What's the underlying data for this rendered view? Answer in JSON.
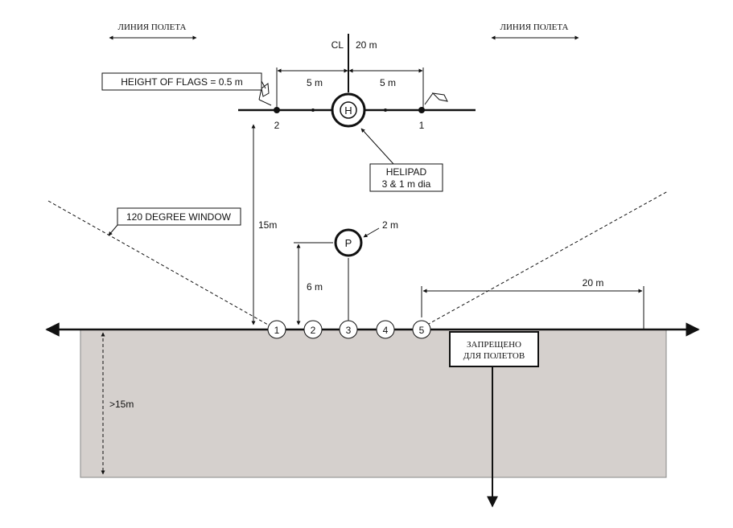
{
  "top_left_label": "ЛИНИЯ ПОЛЕТА",
  "top_right_label": "ЛИНИЯ ПОЛЕТА",
  "centerline": {
    "cl": "CL",
    "length": "20 m"
  },
  "flag_spacing": {
    "left": "5 m",
    "right": "5 m"
  },
  "flag_height_label": "HEIGHT OF FLAGS = 0.5 m",
  "flag_numbers": {
    "left": "2",
    "right": "1"
  },
  "helipad": {
    "symbol": "H",
    "label_line1": "HELIPAD",
    "label_line2": "3 & 1 m dia"
  },
  "window_label": "120 DEGREE WINDOW",
  "distance_15m": "15m",
  "pilot": {
    "symbol": "P",
    "dia": "2 m",
    "distance": "6 m"
  },
  "spacing_right": "20 m",
  "stations": [
    "1",
    "2",
    "3",
    "4",
    "5"
  ],
  "no_fly": {
    "line1": "ЗАПРЕЩЕНО",
    "line2": "ДЛЯ ПОЛЕТОВ"
  },
  "depth_label": ">15m",
  "colors": {
    "zone_fill": "#d5d0cd",
    "line": "#111111"
  }
}
